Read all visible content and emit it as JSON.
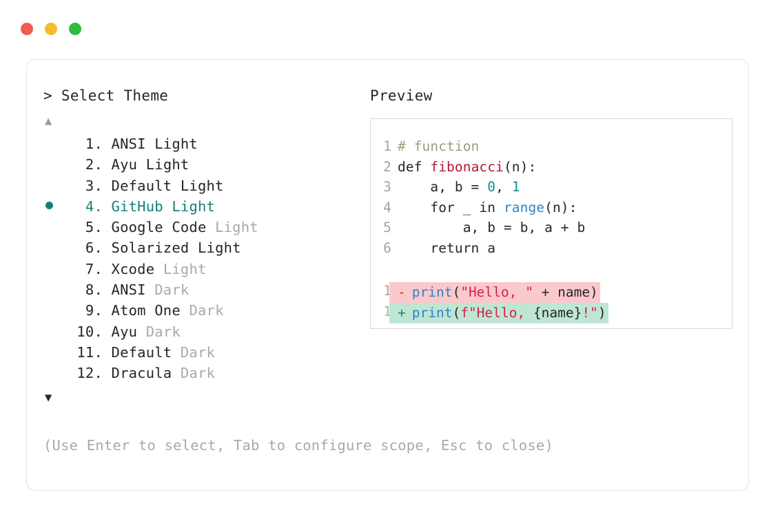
{
  "window": {
    "dots": [
      {
        "name": "close-dot",
        "color": "#f15b54"
      },
      {
        "name": "minimize-dot",
        "color": "#f5bb2a"
      },
      {
        "name": "maximize-dot",
        "color": "#2bbd3e"
      }
    ]
  },
  "selector": {
    "prompt": "> Select Theme",
    "scroll_up_icon": "▲",
    "scroll_down_icon": "▼",
    "selected_index": 4,
    "items": [
      {
        "index": "1.",
        "name": "ANSI",
        "suffix": "Light",
        "suffix_muted": false
      },
      {
        "index": "2.",
        "name": "Ayu",
        "suffix": "Light",
        "suffix_muted": false
      },
      {
        "index": "3.",
        "name": "Default",
        "suffix": "Light",
        "suffix_muted": false
      },
      {
        "index": "4.",
        "name": "GitHub",
        "suffix": "Light",
        "suffix_muted": false
      },
      {
        "index": "5.",
        "name": "Google Code",
        "suffix": "Light",
        "suffix_muted": true
      },
      {
        "index": "6.",
        "name": "Solarized",
        "suffix": "Light",
        "suffix_muted": false
      },
      {
        "index": "7.",
        "name": "Xcode",
        "suffix": "Light",
        "suffix_muted": true
      },
      {
        "index": "8.",
        "name": "ANSI",
        "suffix": "Dark",
        "suffix_muted": true
      },
      {
        "index": "9.",
        "name": "Atom One",
        "suffix": "Dark",
        "suffix_muted": true
      },
      {
        "index": "10.",
        "name": "Ayu",
        "suffix": "Dark",
        "suffix_muted": true
      },
      {
        "index": "11.",
        "name": "Default",
        "suffix": "Dark",
        "suffix_muted": true
      },
      {
        "index": "12.",
        "name": "Dracula",
        "suffix": "Dark",
        "suffix_muted": true
      }
    ]
  },
  "preview": {
    "label": "Preview",
    "code_lines": [
      {
        "num": "1",
        "tokens": [
          {
            "t": "# function",
            "c": "comment"
          }
        ]
      },
      {
        "num": "2",
        "tokens": [
          {
            "t": "def ",
            "c": "kw"
          },
          {
            "t": "fibonacci",
            "c": "func"
          },
          {
            "t": "(n):",
            "c": "plain"
          }
        ]
      },
      {
        "num": "3",
        "tokens": [
          {
            "t": "    a, b = ",
            "c": "plain"
          },
          {
            "t": "0",
            "c": "num"
          },
          {
            "t": ", ",
            "c": "plain"
          },
          {
            "t": "1",
            "c": "num"
          }
        ]
      },
      {
        "num": "4",
        "tokens": [
          {
            "t": "    for _ in ",
            "c": "plain"
          },
          {
            "t": "range",
            "c": "builtin"
          },
          {
            "t": "(n):",
            "c": "plain"
          }
        ]
      },
      {
        "num": "5",
        "tokens": [
          {
            "t": "        a, b = b, a + b",
            "c": "plain"
          }
        ]
      },
      {
        "num": "6",
        "tokens": [
          {
            "t": "    return a",
            "c": "plain"
          }
        ]
      }
    ],
    "diff_lines": [
      {
        "num": "1",
        "kind": "del",
        "sign": "-",
        "tokens": [
          {
            "t": "print",
            "c": "builtin"
          },
          {
            "t": "(",
            "c": "plain"
          },
          {
            "t": "\"Hello, \"",
            "c": "str"
          },
          {
            "t": " + name)",
            "c": "plain"
          }
        ]
      },
      {
        "num": "1",
        "kind": "add",
        "sign": "+",
        "tokens": [
          {
            "t": "print",
            "c": "builtin"
          },
          {
            "t": "(",
            "c": "plain"
          },
          {
            "t": "f\"Hello, ",
            "c": "str"
          },
          {
            "t": "{name}",
            "c": "plain"
          },
          {
            "t": "!\"",
            "c": "str"
          },
          {
            "t": ")",
            "c": "plain"
          }
        ]
      }
    ]
  },
  "footer": {
    "hint": "(Use Enter to select, Tab to configure scope, Esc to close)"
  },
  "colors": {
    "accent_teal": "#158079",
    "muted_grey": "#a9a9a9",
    "text": "#24262b",
    "diff_del_bg": "#fbc9cb",
    "diff_add_bg": "#bfe6d3"
  }
}
